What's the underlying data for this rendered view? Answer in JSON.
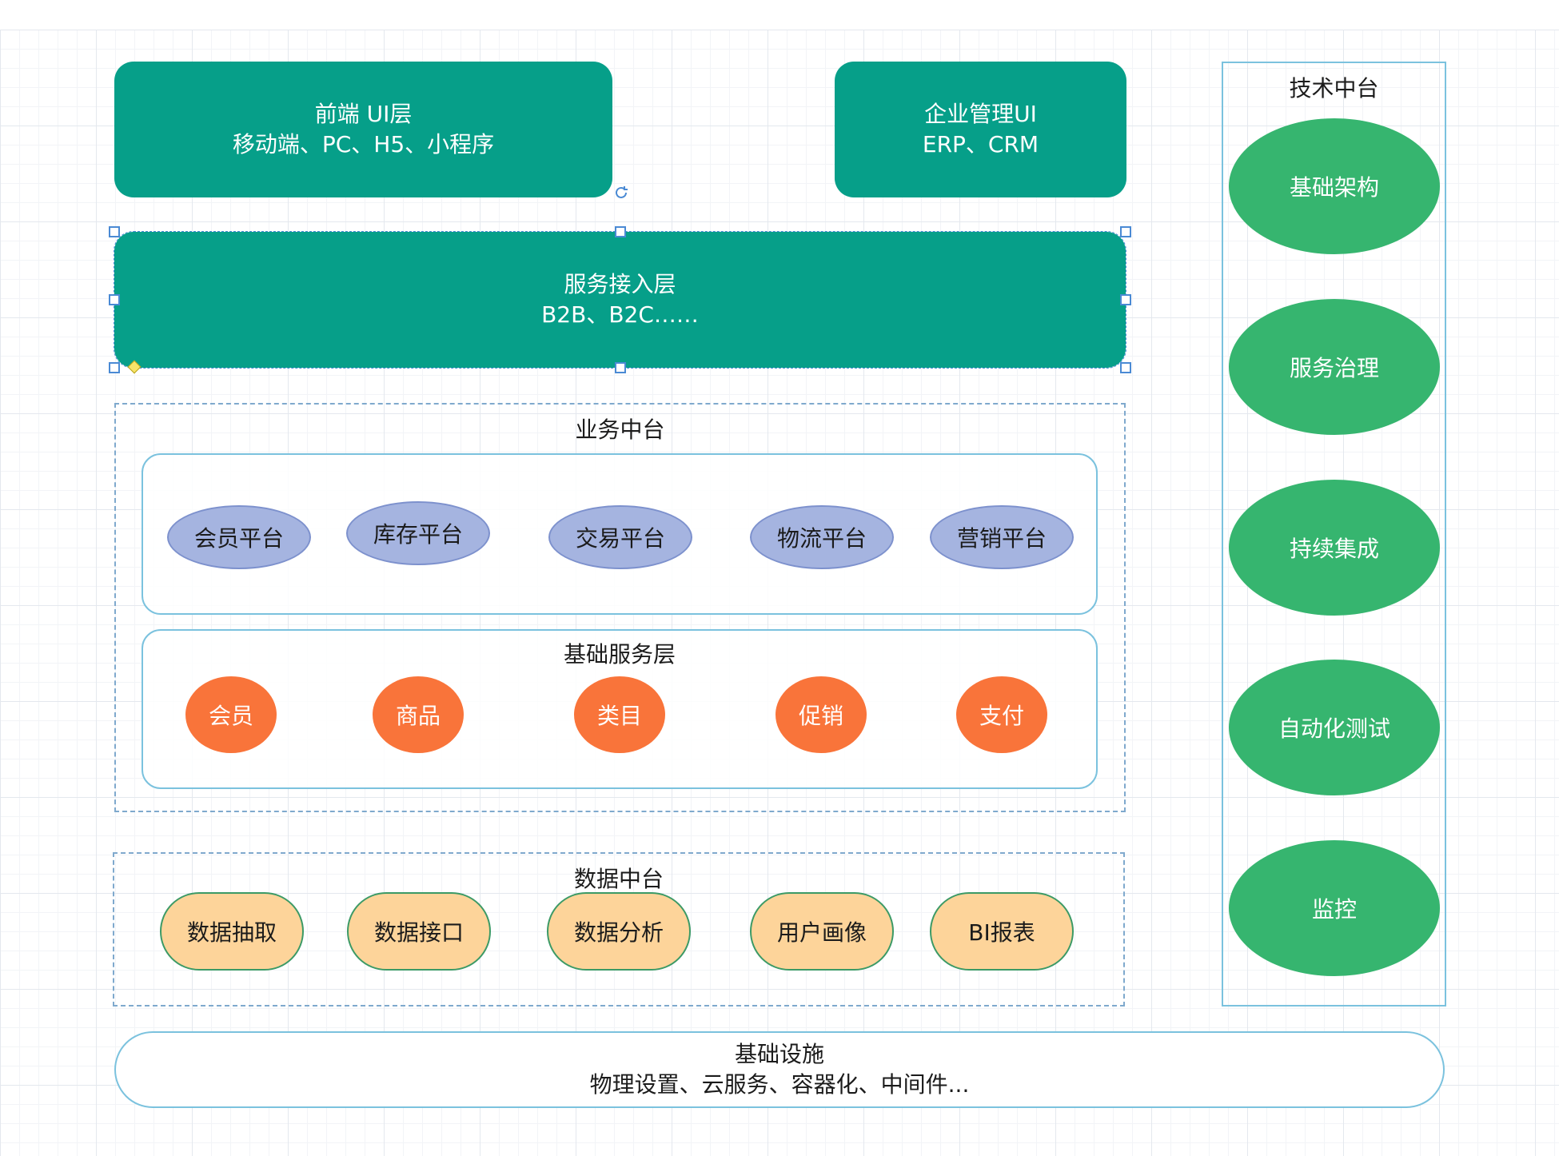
{
  "front_ui": {
    "line1": "前端 UI层",
    "line2": "移动端、PC、H5、小程序"
  },
  "enterprise_ui": {
    "line1": "企业管理UI",
    "line2": "ERP、CRM"
  },
  "service_access": {
    "line1": "服务接入层",
    "line2": "B2B、B2C……"
  },
  "business_platform": {
    "title": "业务中台",
    "platforms": [
      "会员平台",
      "库存平台",
      "交易平台",
      "物流平台",
      "营销平台"
    ],
    "base_layer": {
      "title": "基础服务层",
      "services": [
        "会员",
        "商品",
        "类目",
        "促销",
        "支付"
      ]
    }
  },
  "data_platform": {
    "title": "数据中台",
    "items": [
      "数据抽取",
      "数据接口",
      "数据分析",
      "用户画像",
      "BI报表"
    ]
  },
  "tech_platform": {
    "title": "技术中台",
    "items": [
      "基础架构",
      "服务治理",
      "持续集成",
      "自动化测试",
      "监控"
    ]
  },
  "infrastructure": {
    "line1": "基础设施",
    "line2": "物理设置、云服务、容器化、中间件..."
  },
  "colors": {
    "teal": "#069f89",
    "platform_blue": "#a5b4e0",
    "service_orange": "#f9743a",
    "data_peach": "#fdd49a",
    "tech_green": "#36b56f"
  }
}
